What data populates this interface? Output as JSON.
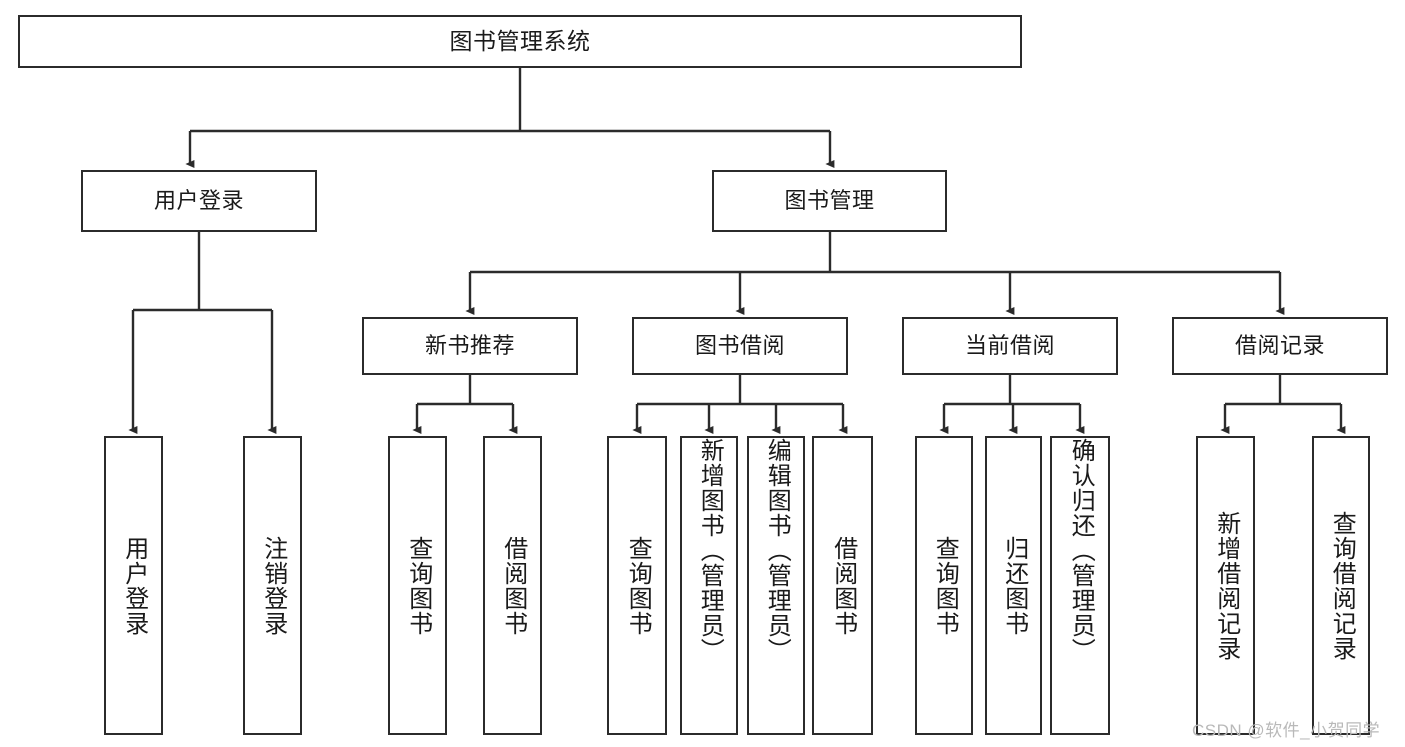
{
  "diagram": {
    "type": "tree-hierarchy-chart",
    "title": "图书管理系统",
    "style": {
      "box_border_color": "#2b2b2b",
      "box_fill": "#ffffff",
      "line_color": "#2b2b2b",
      "text_color": "#1a1a1a",
      "background": "#ffffff",
      "watermark_color": "#b9b9b9"
    },
    "levels": {
      "level1": "系统根节点",
      "level2": "主模块",
      "level3": "子模块",
      "level4": "功能项"
    },
    "nodes": {
      "root": {
        "label": "图书管理系统",
        "orientation": "horizontal"
      },
      "level2": [
        {
          "label": "用户登录",
          "orientation": "horizontal"
        },
        {
          "label": "图书管理",
          "orientation": "horizontal"
        }
      ],
      "level3": [
        {
          "label": "新书推荐",
          "orientation": "horizontal"
        },
        {
          "label": "图书借阅",
          "orientation": "horizontal"
        },
        {
          "label": "当前借阅",
          "orientation": "horizontal"
        },
        {
          "label": "借阅记录",
          "orientation": "horizontal"
        }
      ],
      "leaves": [
        {
          "label": "用户登录",
          "parent": "用户登录",
          "orientation": "vertical"
        },
        {
          "label": "注销登录",
          "parent": "用户登录",
          "orientation": "vertical"
        },
        {
          "label": "查询图书",
          "parent": "新书推荐",
          "orientation": "vertical"
        },
        {
          "label": "借阅图书",
          "parent": "新书推荐",
          "orientation": "vertical"
        },
        {
          "label": "查询图书",
          "parent": "图书借阅",
          "orientation": "vertical"
        },
        {
          "label": "新增图书（管理员）",
          "parent": "图书借阅",
          "orientation": "vertical"
        },
        {
          "label": "编辑图书（管理员）",
          "parent": "图书借阅",
          "orientation": "vertical"
        },
        {
          "label": "借阅图书",
          "parent": "图书借阅",
          "orientation": "vertical"
        },
        {
          "label": "查询图书",
          "parent": "当前借阅",
          "orientation": "vertical"
        },
        {
          "label": "归还图书",
          "parent": "当前借阅",
          "orientation": "vertical"
        },
        {
          "label": "确认归还（管理员）",
          "parent": "当前借阅",
          "orientation": "vertical"
        },
        {
          "label": "新增借阅记录",
          "parent": "借阅记录",
          "orientation": "vertical"
        },
        {
          "label": "查询借阅记录",
          "parent": "借阅记录",
          "orientation": "vertical"
        }
      ]
    }
  },
  "watermark": {
    "text": "CSDN @软件_小贺同学"
  }
}
